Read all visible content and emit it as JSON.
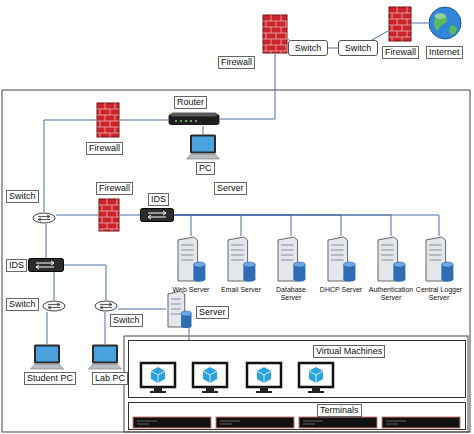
{
  "diagram": {
    "nodes": [
      {
        "text": [
          "Firewall"
        ]
      },
      {
        "text": [
          "Switch"
        ]
      },
      {
        "text": [
          "Switch"
        ]
      },
      {
        "text": [
          "Firewall"
        ]
      },
      {
        "text": [
          "Internet"
        ]
      },
      {
        "text": [
          "Router"
        ]
      },
      {
        "text": [
          "Firewall"
        ]
      },
      {
        "text": [
          "PC"
        ]
      },
      {
        "text": [
          "Switch"
        ]
      },
      {
        "text": [
          "Firewall"
        ]
      },
      {
        "text": [
          "IDS"
        ]
      },
      {
        "text": [
          "Web Server"
        ]
      },
      {
        "text": [
          "Email Server"
        ]
      },
      {
        "text": [
          "Database Server"
        ]
      },
      {
        "text": [
          "DHCP Server"
        ]
      },
      {
        "text": [
          "Authentication Server"
        ]
      },
      {
        "text": [
          "Central Logger Server"
        ]
      },
      {
        "text": [
          "IDS"
        ]
      },
      {
        "text": [
          "Switch"
        ]
      },
      {
        "text": [
          "Switch"
        ]
      },
      {
        "text": [
          "Server"
        ]
      },
      {
        "text": [
          "Student PC"
        ]
      },
      {
        "text": [
          "Lab PC"
        ]
      },
      {
        "text": [
          "Virtual Machines"
        ]
      },
      {
        "text": [
          "Terminals"
        ]
      }
    ],
    "edges": [
      {
        "from": 0,
        "to": 1,
        "arrow": "none"
      },
      {
        "from": 1,
        "to": 2,
        "arrow": "none"
      },
      {
        "from": 2,
        "to": 3,
        "arrow": "none"
      },
      {
        "from": 3,
        "to": 4,
        "arrow": "none"
      },
      {
        "from": 0,
        "to": 5,
        "arrow": "none"
      },
      {
        "from": 5,
        "to": 6,
        "arrow": "none"
      },
      {
        "from": 5,
        "to": 7,
        "arrow": "none"
      },
      {
        "from": 6,
        "to": 8,
        "arrow": "none"
      },
      {
        "from": 8,
        "to": 9,
        "arrow": "none"
      },
      {
        "from": 9,
        "to": 10,
        "arrow": "none"
      },
      {
        "from": 10,
        "to": 11,
        "arrow": "none"
      },
      {
        "from": 10,
        "to": 12,
        "arrow": "none"
      },
      {
        "from": 10,
        "to": 13,
        "arrow": "none"
      },
      {
        "from": 10,
        "to": 14,
        "arrow": "none"
      },
      {
        "from": 10,
        "to": 15,
        "arrow": "none"
      },
      {
        "from": 10,
        "to": 16,
        "arrow": "none"
      },
      {
        "from": 8,
        "to": 17,
        "arrow": "none"
      },
      {
        "from": 17,
        "to": 18,
        "arrow": "none"
      },
      {
        "from": 17,
        "to": 19,
        "arrow": "none"
      },
      {
        "from": 18,
        "to": 21,
        "arrow": "none"
      },
      {
        "from": 19,
        "to": 22,
        "arrow": "none"
      },
      {
        "from": 19,
        "to": 20,
        "arrow": "none"
      },
      {
        "from": 20,
        "to": 23,
        "arrow": "none"
      }
    ],
    "labels": [
      "Server"
    ]
  }
}
